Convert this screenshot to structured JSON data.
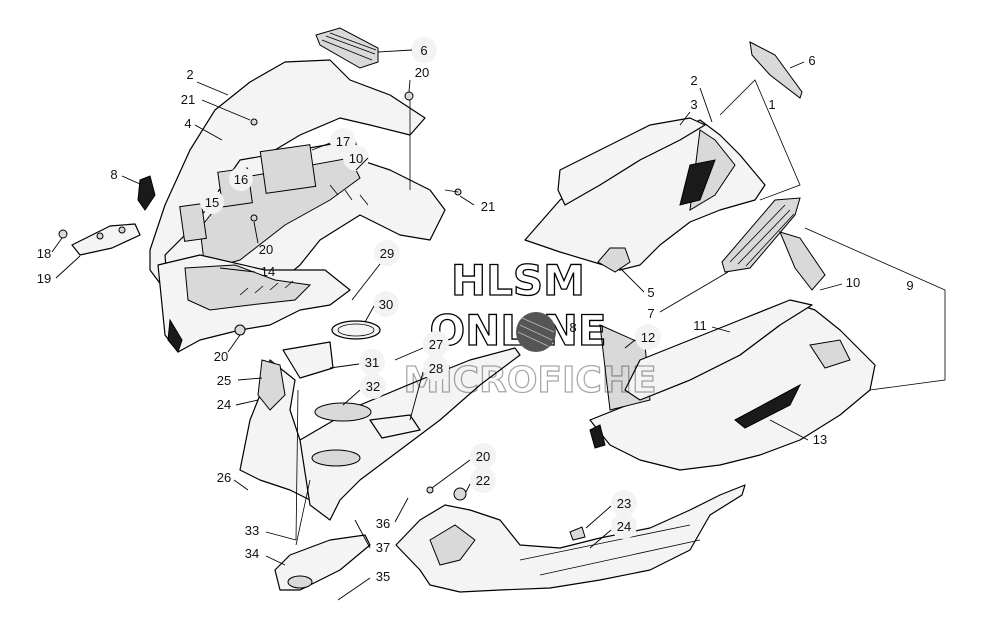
{
  "watermark": {
    "line1": "HLSM",
    "line2": "ONLINE",
    "line3": "MICROFICHE"
  },
  "callouts": [
    {
      "id": "c6a",
      "label": "6"
    },
    {
      "id": "c2a",
      "label": "2"
    },
    {
      "id": "c20a",
      "label": "20"
    },
    {
      "id": "c21a",
      "label": "21"
    },
    {
      "id": "c4",
      "label": "4"
    },
    {
      "id": "c17",
      "label": "17"
    },
    {
      "id": "c10a",
      "label": "10"
    },
    {
      "id": "c8a",
      "label": "8"
    },
    {
      "id": "c16",
      "label": "16"
    },
    {
      "id": "c15",
      "label": "15"
    },
    {
      "id": "c21b",
      "label": "21"
    },
    {
      "id": "c18",
      "label": "18"
    },
    {
      "id": "c20b",
      "label": "20"
    },
    {
      "id": "c19",
      "label": "19"
    },
    {
      "id": "c14",
      "label": "14"
    },
    {
      "id": "c29",
      "label": "29"
    },
    {
      "id": "c30",
      "label": "30"
    },
    {
      "id": "c20c",
      "label": "20"
    },
    {
      "id": "c27",
      "label": "27"
    },
    {
      "id": "c28",
      "label": "28"
    },
    {
      "id": "c31",
      "label": "31"
    },
    {
      "id": "c25",
      "label": "25"
    },
    {
      "id": "c32",
      "label": "32"
    },
    {
      "id": "c24a",
      "label": "24"
    },
    {
      "id": "c26",
      "label": "26"
    },
    {
      "id": "c20d",
      "label": "20"
    },
    {
      "id": "c22",
      "label": "22"
    },
    {
      "id": "c33",
      "label": "33"
    },
    {
      "id": "c36",
      "label": "36"
    },
    {
      "id": "c37",
      "label": "37"
    },
    {
      "id": "c34",
      "label": "34"
    },
    {
      "id": "c35",
      "label": "35"
    },
    {
      "id": "c23",
      "label": "23"
    },
    {
      "id": "c24b",
      "label": "24"
    },
    {
      "id": "c6b",
      "label": "6"
    },
    {
      "id": "c2b",
      "label": "2"
    },
    {
      "id": "c3",
      "label": "3"
    },
    {
      "id": "c1",
      "label": "1"
    },
    {
      "id": "c5",
      "label": "5"
    },
    {
      "id": "c7",
      "label": "7"
    },
    {
      "id": "c8b",
      "label": "8"
    },
    {
      "id": "c10b",
      "label": "10"
    },
    {
      "id": "c9",
      "label": "9"
    },
    {
      "id": "c11",
      "label": "11"
    },
    {
      "id": "c12",
      "label": "12"
    },
    {
      "id": "c13",
      "label": "13"
    }
  ]
}
